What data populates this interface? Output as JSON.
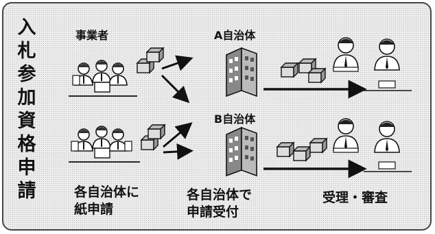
{
  "title_chars": [
    "入",
    "札",
    "参",
    "加",
    "資",
    "格",
    "申",
    "請"
  ],
  "headers": {
    "business": "事業者",
    "city_a": "A自治体",
    "city_b": "B自治体"
  },
  "captions": {
    "paper_application": "各自治体に\n紙申請",
    "reception": "各自治体で\n申請受付",
    "review": "受理・審査"
  },
  "icons": {
    "business_people": "people-with-laptops-icon",
    "documents": "document-box-icon",
    "building": "office-building-icon",
    "clerk": "municipal-clerk-icon"
  }
}
